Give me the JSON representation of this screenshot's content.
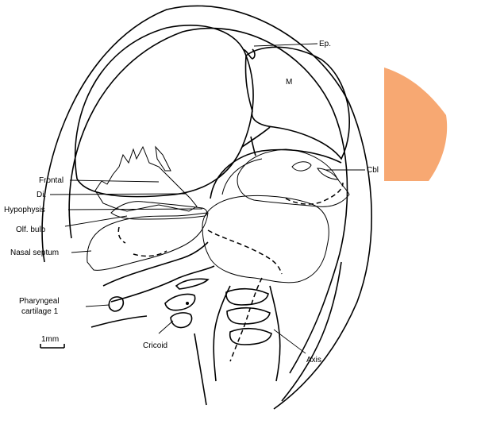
{
  "labels": {
    "ep": "Ep.",
    "m": "M",
    "cbl": "Cbl",
    "frontal": "Frontal",
    "di": "Di.",
    "hypophysis": "Hypophysis",
    "olf_bulb": "Olf.  bulb",
    "nasal_septum": "Nasal septum",
    "pharyngeal_line1": "Pharyngeal",
    "pharyngeal_line2": "cartilage  1",
    "scale": "1mm",
    "cricoid": "Cricoid",
    "axis": "Axis"
  },
  "colors": {
    "overlay": "#F7A872",
    "line": "#000000",
    "background": "#ffffff"
  }
}
